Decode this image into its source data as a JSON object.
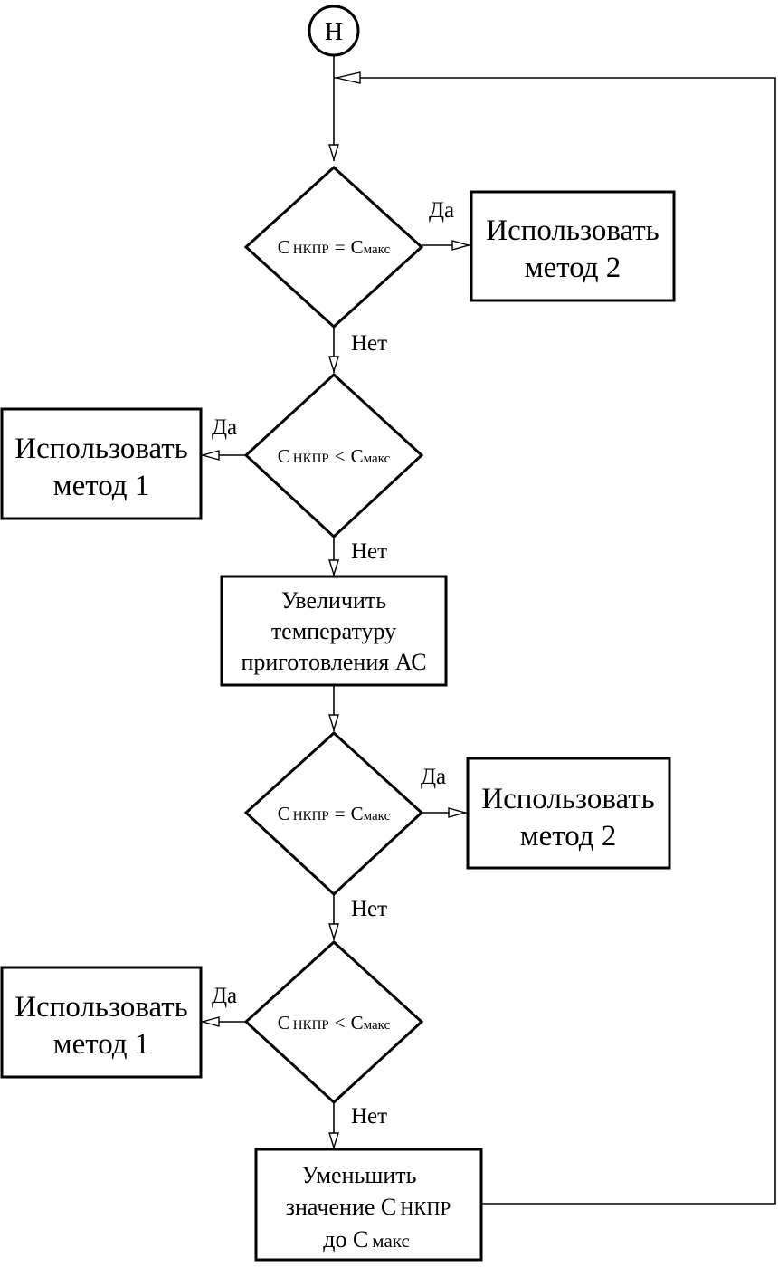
{
  "start": {
    "label": "Н"
  },
  "decisions": [
    {
      "id": "d1",
      "left": "С",
      "sub": "НКПР",
      "op": "=",
      "right": "С",
      "right_sub": "макс"
    },
    {
      "id": "d2",
      "left": "С",
      "sub": "НКПР",
      "op": "<",
      "right": "С",
      "right_sub": "макс"
    },
    {
      "id": "d3",
      "left": "С",
      "sub": "НКПР",
      "op": "=",
      "right": "С",
      "right_sub": "макс"
    },
    {
      "id": "d4",
      "left": "С",
      "sub": "НКПР",
      "op": "<",
      "right": "С",
      "right_sub": "макс"
    }
  ],
  "boxes": {
    "use_method_2_a": [
      "Использовать",
      "метод 2"
    ],
    "use_method_1_a": [
      "Использовать",
      "метод 1"
    ],
    "increase_temp": [
      "Увеличить",
      "температуру",
      "приготовления АС"
    ],
    "use_method_2_b": [
      "Использовать",
      "метод 2"
    ],
    "use_method_1_b": [
      "Использовать",
      "метод 1"
    ],
    "decrease_value": {
      "line1": "Уменьшить",
      "line2_main": "значение С",
      "line2_sub": "НКПР",
      "line3_main": "до С",
      "line3_sub": "макс"
    }
  },
  "edge_labels": {
    "yes": "Да",
    "no": "Нет"
  }
}
